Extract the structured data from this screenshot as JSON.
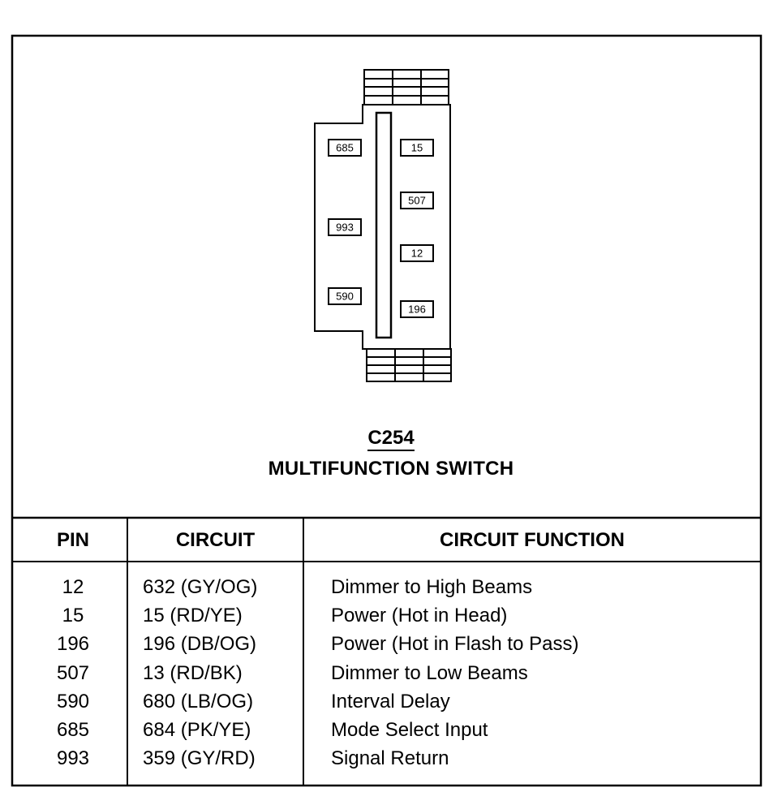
{
  "connector": {
    "id": "C254",
    "name": "MULTIFUNCTION SWITCH",
    "left_pins": [
      "685",
      "993",
      "590"
    ],
    "right_pins": [
      "15",
      "507",
      "12",
      "196"
    ]
  },
  "table": {
    "headers": {
      "pin": "PIN",
      "circuit": "CIRCUIT",
      "function": "CIRCUIT FUNCTION"
    },
    "rows": [
      {
        "pin": "12",
        "circuit": "632 (GY/OG)",
        "function": "Dimmer to High Beams"
      },
      {
        "pin": "15",
        "circuit": "15 (RD/YE)",
        "function": "Power (Hot in Head)"
      },
      {
        "pin": "196",
        "circuit": "196 (DB/OG)",
        "function": "Power (Hot in Flash to Pass)"
      },
      {
        "pin": "507",
        "circuit": "13 (RD/BK)",
        "function": "Dimmer to Low Beams"
      },
      {
        "pin": "590",
        "circuit": "680 (LB/OG)",
        "function": "Interval Delay"
      },
      {
        "pin": "685",
        "circuit": "684 (PK/YE)",
        "function": "Mode Select Input"
      },
      {
        "pin": "993",
        "circuit": "359 (GY/RD)",
        "function": "Signal Return"
      }
    ]
  }
}
